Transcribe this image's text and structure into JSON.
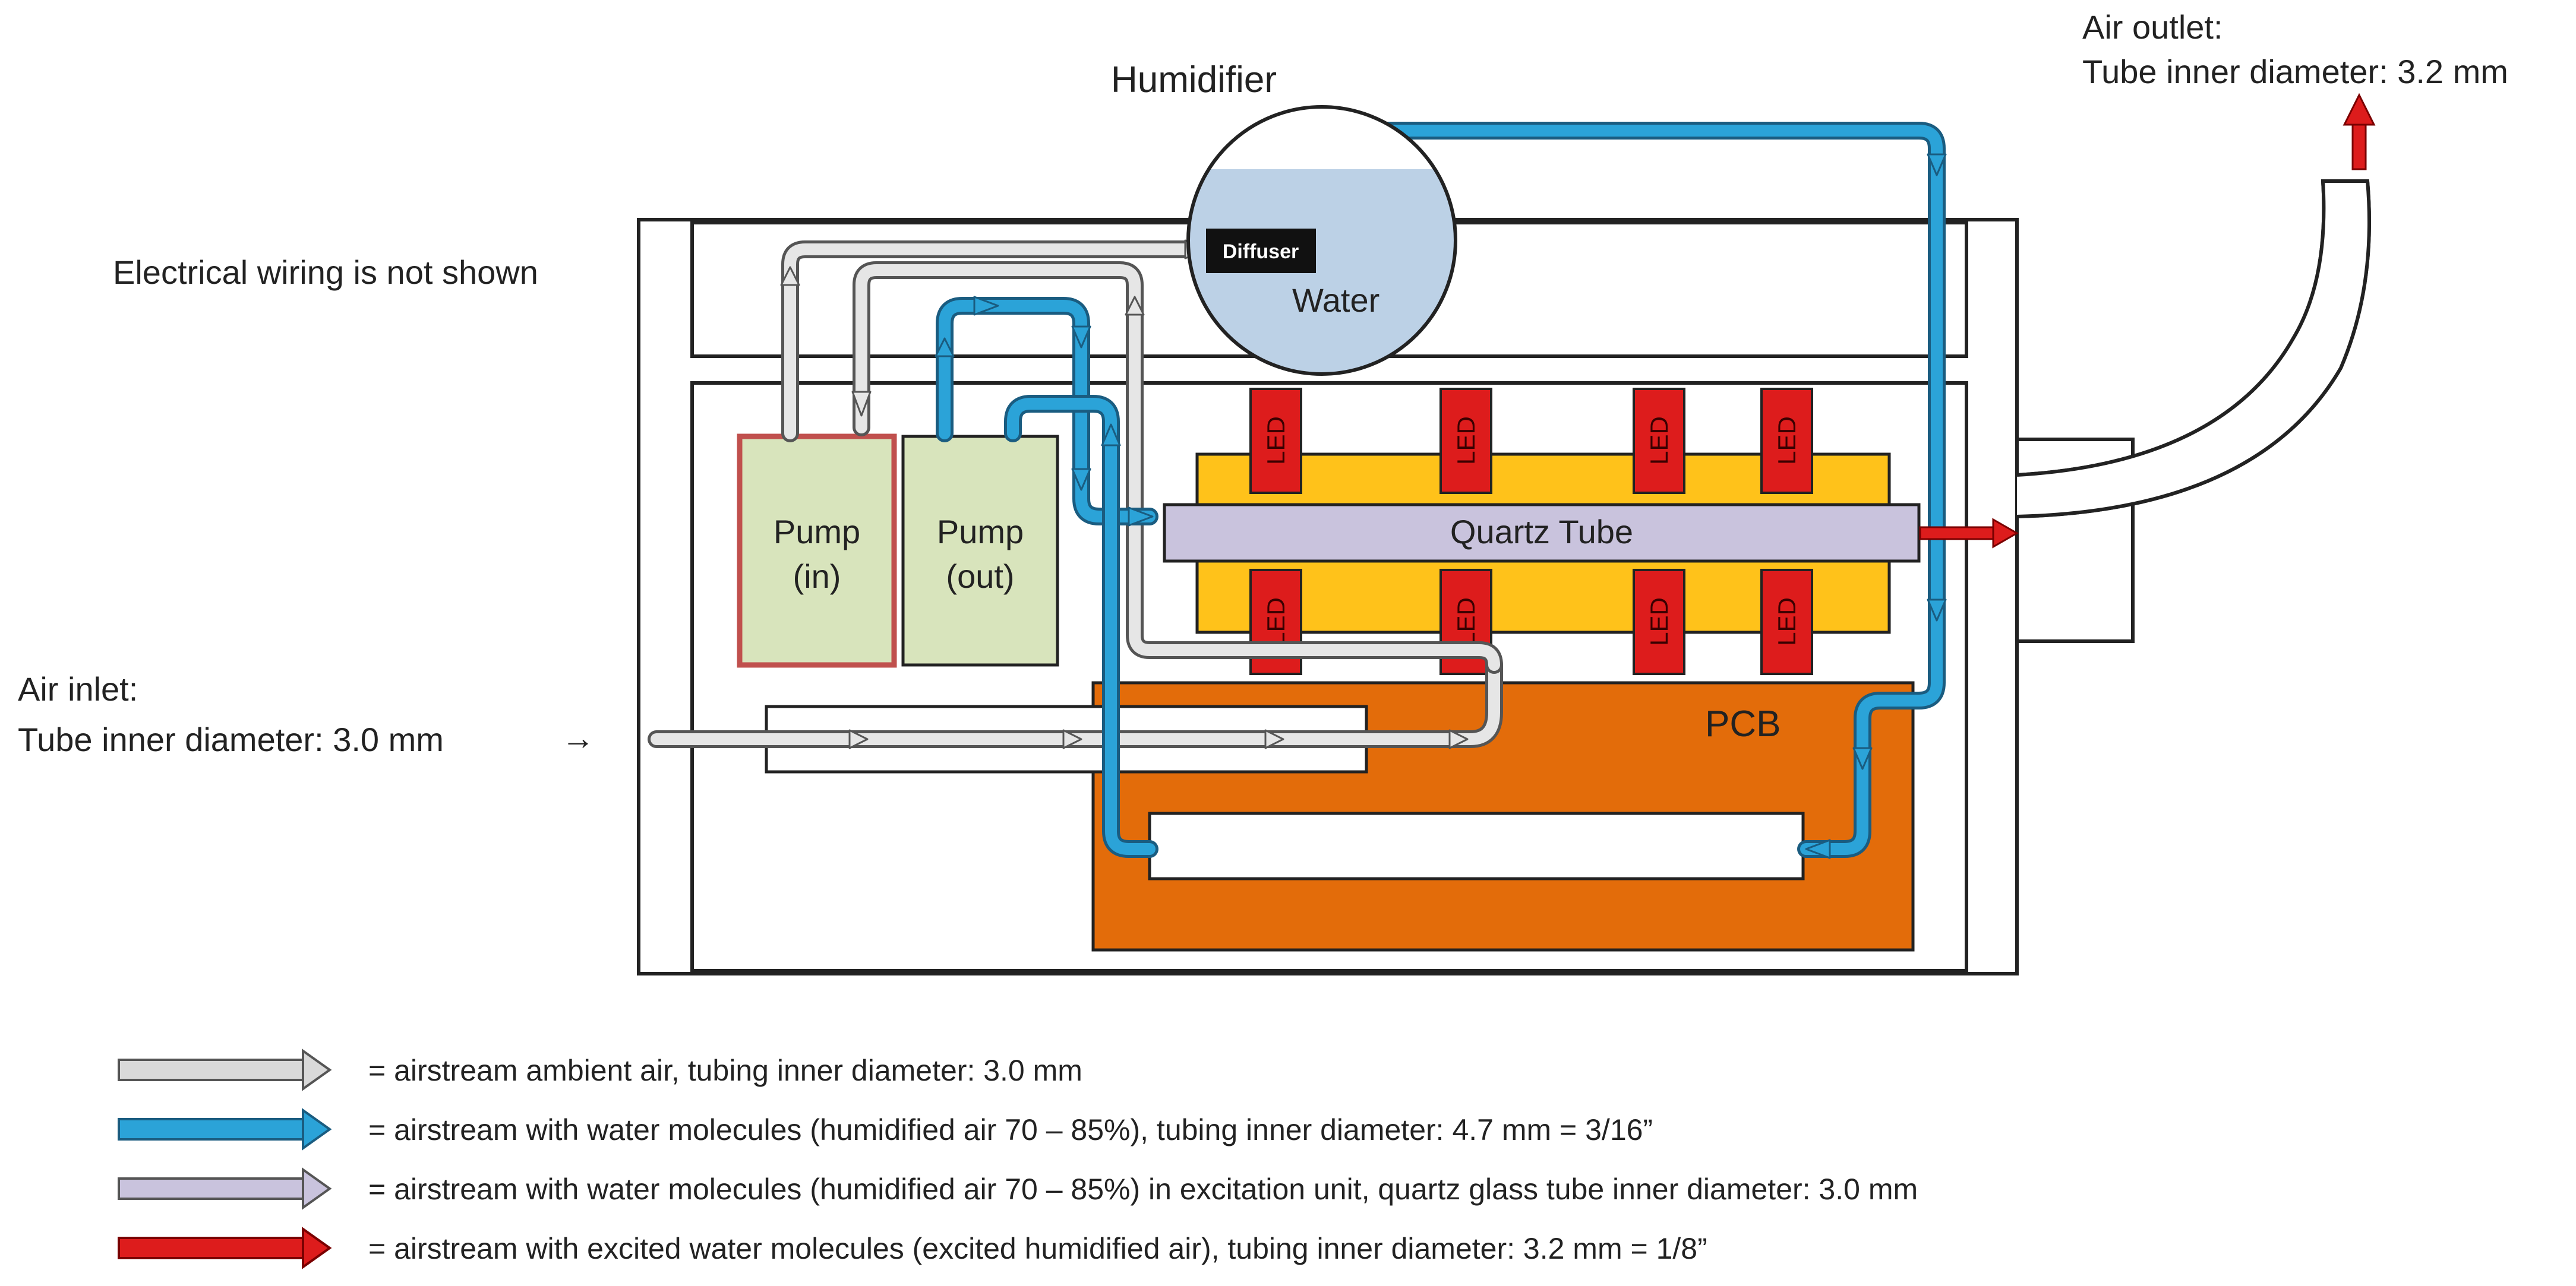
{
  "labels": {
    "humidifier": "Humidifier",
    "diffuser": "Diffuser",
    "water": "Water",
    "wiring_note": "Electrical wiring is not shown",
    "pump_in_line1": "Pump",
    "pump_in_line2": "(in)",
    "pump_out_line1": "Pump",
    "pump_out_line2": "(out)",
    "quartz_tube": "Quartz Tube",
    "led": "LED",
    "pcb": "PCB",
    "air_inlet_line1": "Air inlet:",
    "air_inlet_line2": "Tube inner diameter: 3.0 mm",
    "air_inlet_arrow": "→",
    "air_outlet_line1": "Air outlet:",
    "air_outlet_line2": "Tube inner diameter: 3.2 mm"
  },
  "legend": [
    {
      "text": "= airstream ambient air, tubing inner diameter: 3.0 mm",
      "color": "#d9d9d9"
    },
    {
      "text": "= airstream with water molecules (humidified air 70 – 85%), tubing inner diameter: 4.7 mm = 3/16”",
      "color": "#2ba3d8"
    },
    {
      "text": "= airstream with water molecules (humidified air 70 – 85%) in excitation unit, quartz glass tube inner diameter: 3.0 mm",
      "color": "#c9c3dd"
    },
    {
      "text": "= airstream with excited water molecules (excited humidified air), tubing inner diameter: 3.2 mm = 1/8”",
      "color": "#dd1c1c"
    }
  ],
  "colors": {
    "ambient_air": "#d9d9d9",
    "humidified_air": "#2ba3d8",
    "quartz_air": "#c9c3dd",
    "excited_air": "#dd1c1c",
    "led_block": "#ffc21a",
    "led": "#dd1c1c",
    "pcb": "#e36c0a",
    "pump": "#d8e4bc",
    "pump_in_border": "#c0504d",
    "water": "#bcd1e6"
  }
}
